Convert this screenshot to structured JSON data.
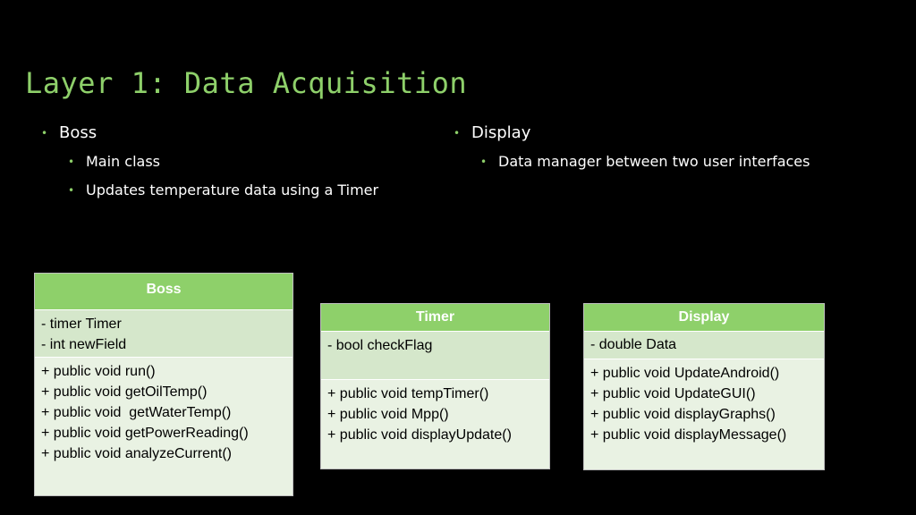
{
  "slide": {
    "title": "Layer 1: Data Acquisition",
    "accent_color": "#8ed06a",
    "background_color": "#000000"
  },
  "bullets": {
    "left": {
      "heading": "Boss",
      "items": [
        "Main class",
        "Updates temperature data using a Timer"
      ]
    },
    "right": {
      "heading": "Display",
      "items": [
        "Data manager between two user interfaces"
      ]
    },
    "bullet_glyph": "•"
  },
  "classes": {
    "boss": {
      "name": "Boss",
      "attributes": [
        "- timer Timer",
        "- int newField"
      ],
      "methods": [
        "+ public void run()",
        "+ public void getOilTemp()",
        "+ public void  getWaterTemp()",
        "+ public void getPowerReading()",
        "+ public void analyzeCurrent()"
      ]
    },
    "timer": {
      "name": "Timer",
      "attributes": [
        "- bool checkFlag"
      ],
      "methods": [
        "+ public void tempTimer()",
        "+ public void Mpp()",
        "+ public void displayUpdate()"
      ]
    },
    "display": {
      "name": "Display",
      "attributes": [
        "- double Data"
      ],
      "methods": [
        "+ public void UpdateAndroid()",
        "+ public void UpdateGUI()",
        "+ public void displayGraphs()",
        "+ public void displayMessage()"
      ]
    }
  }
}
